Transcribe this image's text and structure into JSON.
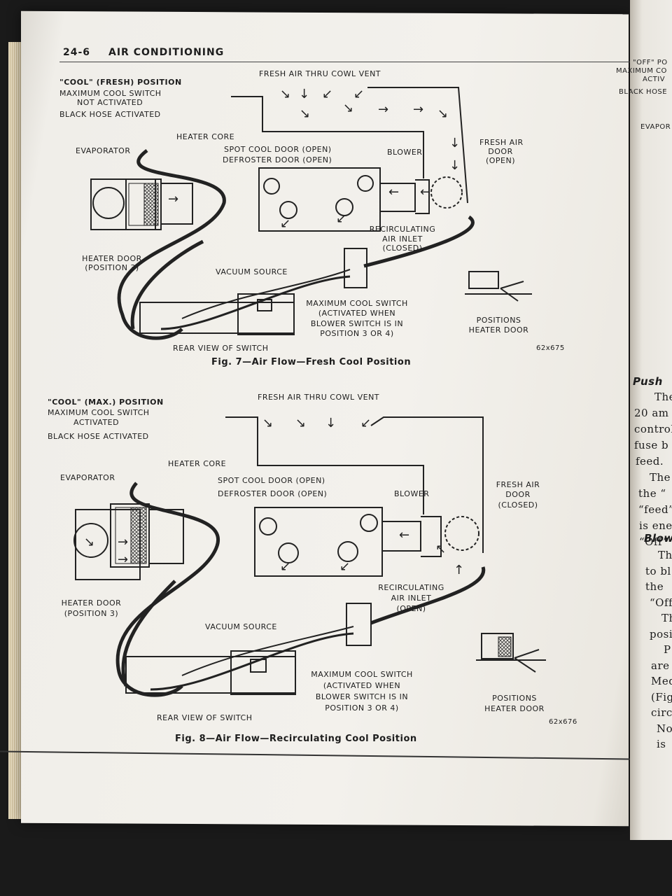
{
  "header": {
    "page_number": "24-6",
    "section": "AIR CONDITIONING"
  },
  "fig7": {
    "mode_title": "\"COOL\" (FRESH) POSITION",
    "mode_line2": "MAXIMUM COOL SWITCH",
    "mode_line3": "NOT ACTIVATED",
    "mode_line4": "BLACK HOSE ACTIVATED",
    "fresh_air": "FRESH AIR THRU COWL VENT",
    "heater_core": "HEATER CORE",
    "evaporator": "EVAPORATOR",
    "spot_cool": "SPOT COOL DOOR (OPEN)",
    "defroster": "DEFROSTER DOOR (OPEN)",
    "blower": "BLOWER",
    "fresh_door_1": "FRESH AIR",
    "fresh_door_2": "DOOR",
    "fresh_door_3": "(OPEN)",
    "recirc_1": "RECIRCULATING",
    "recirc_2": "AIR INLET",
    "recirc_3": "(CLOSED)",
    "heater_door_1": "HEATER DOOR",
    "heater_door_2": "(POSITION 3)",
    "vacuum": "VACUUM SOURCE",
    "max_1": "MAXIMUM COOL SWITCH",
    "max_2": "(ACTIVATED WHEN",
    "max_3": "BLOWER SWITCH IS IN",
    "max_4": "POSITION 3 OR 4)",
    "positions_1": "POSITIONS",
    "positions_2": "HEATER DOOR",
    "rear_view": "REAR VIEW OF SWITCH",
    "code": "62x675",
    "caption": "Fig. 7—Air Flow—Fresh Cool Position"
  },
  "fig8": {
    "mode_title": "\"COOL\" (MAX.) POSITION",
    "mode_line2": "MAXIMUM COOL SWITCH",
    "mode_line3": "ACTIVATED",
    "mode_line4": "BLACK HOSE ACTIVATED",
    "fresh_air": "FRESH AIR THRU COWL VENT",
    "heater_core": "HEATER CORE",
    "evaporator": "EVAPORATOR",
    "spot_cool": "SPOT COOL DOOR (OPEN)",
    "defroster": "DEFROSTER DOOR (OPEN)",
    "blower": "BLOWER",
    "fresh_door_1": "FRESH AIR",
    "fresh_door_2": "DOOR",
    "fresh_door_3": "(CLOSED)",
    "recirc_1": "RECIRCULATING",
    "recirc_2": "AIR INLET",
    "recirc_3": "(OPEN)",
    "heater_door_1": "HEATER DOOR",
    "heater_door_2": "(POSITION 3)",
    "vacuum": "VACUUM SOURCE",
    "max_1": "MAXIMUM COOL SWITCH",
    "max_2": "(ACTIVATED WHEN",
    "max_3": "BLOWER SWITCH IS IN",
    "max_4": "POSITION 3 OR 4)",
    "positions_1": "POSITIONS",
    "positions_2": "HEATER DOOR",
    "rear_view": "REAR VIEW OF SWITCH",
    "code": "62x676",
    "caption": "Fig. 8—Air Flow—Recirculating Cool Position"
  },
  "right_page": {
    "top_1": "\"OFF\" PO",
    "top_2": "MAXIMUM CO",
    "top_3": "ACTIV",
    "top_4": "BLACK HOSE",
    "top_5": "EVAPOR",
    "heading_push": "Push",
    "lines_a": [
      "The",
      "20 am",
      "control",
      "fuse b",
      "feed.",
      "The",
      "the “",
      "“feed”",
      "is ene",
      "“Off”"
    ],
    "heading_blow": "Blow",
    "lines_b": [
      "Th",
      "to bl",
      "the",
      "“Off",
      "Th",
      "posi",
      "P",
      "are",
      "Med",
      "(Fig",
      "circ",
      "No",
      "is"
    ]
  }
}
